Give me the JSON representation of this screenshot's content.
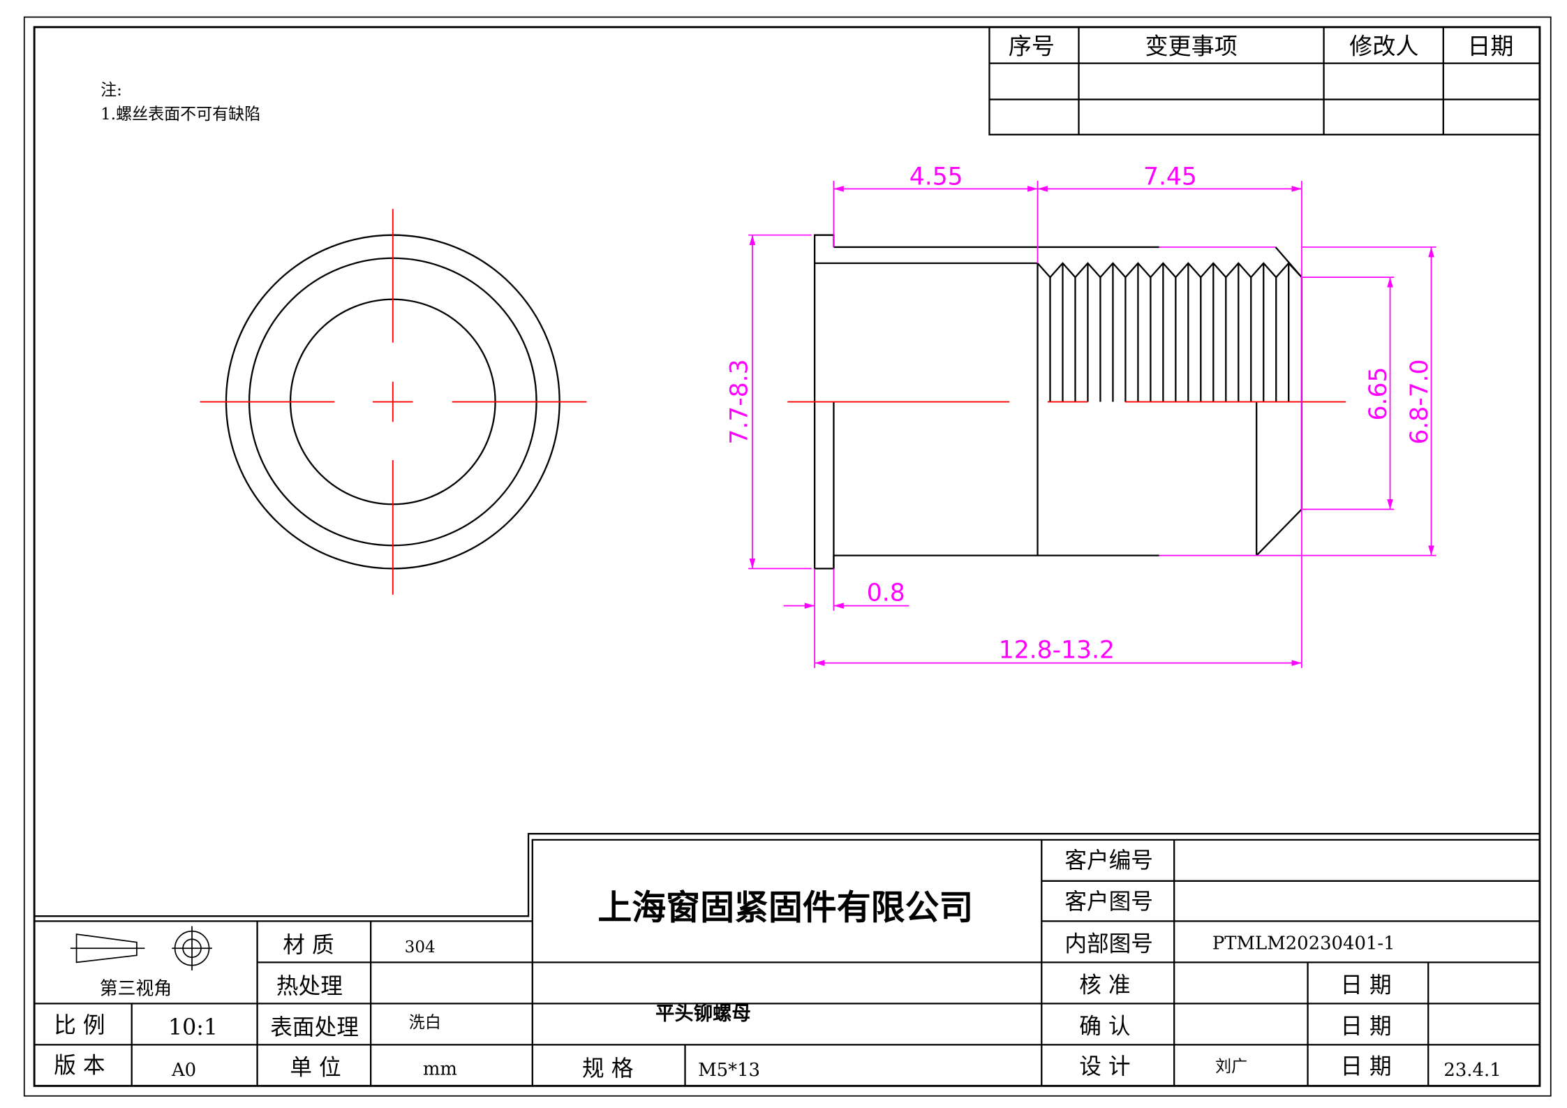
{
  "colors": {
    "dimension": "#ff00ff",
    "centerline": "#ff0000",
    "outline": "#000000"
  },
  "notes": {
    "title": "注:",
    "items": [
      "1.螺丝表面不可有缺陷"
    ]
  },
  "revision_table": {
    "headers": [
      "序号",
      "变更事项",
      "修改人",
      "日期"
    ],
    "rows": [
      [
        "",
        "",
        "",
        ""
      ],
      [
        "",
        "",
        "",
        ""
      ]
    ]
  },
  "dimensions": {
    "head_length": "4.55",
    "knurl_length": "7.45",
    "flange_diameter": "7.7-8.3",
    "flange_thickness": "0.8",
    "total_length": "12.8-13.2",
    "inner_diameter": "6.65",
    "outer_diameter": "6.8-7.0"
  },
  "title_block": {
    "projection_label": "第三视角",
    "material_label": "材 质",
    "material": "304",
    "heat_treatment_label": "热处理",
    "heat_treatment": "",
    "surface_treatment_label": "表面处理",
    "surface_treatment": "洗白",
    "unit_label": "单 位",
    "unit": "mm",
    "scale_label": "比 例",
    "scale": "10:1",
    "version_label": "版 本",
    "version": "A0",
    "company": "上海窗固紧固件有限公司",
    "part_name": "平头铆螺母",
    "spec_label": "规  格",
    "spec": "M5*13",
    "customer_no_label": "客户编号",
    "customer_no": "",
    "customer_drawing_label": "客户图号",
    "customer_drawing": "",
    "internal_drawing_label": "内部图号",
    "internal_drawing": "PTMLM20230401-1",
    "approve_label": "核   准",
    "approve": "",
    "confirm_label": "确   认",
    "confirm": "",
    "design_label": "设   计",
    "designer": "刘广",
    "date_label": "日 期",
    "approve_date": "",
    "confirm_date": "",
    "design_date": "23.4.1"
  }
}
